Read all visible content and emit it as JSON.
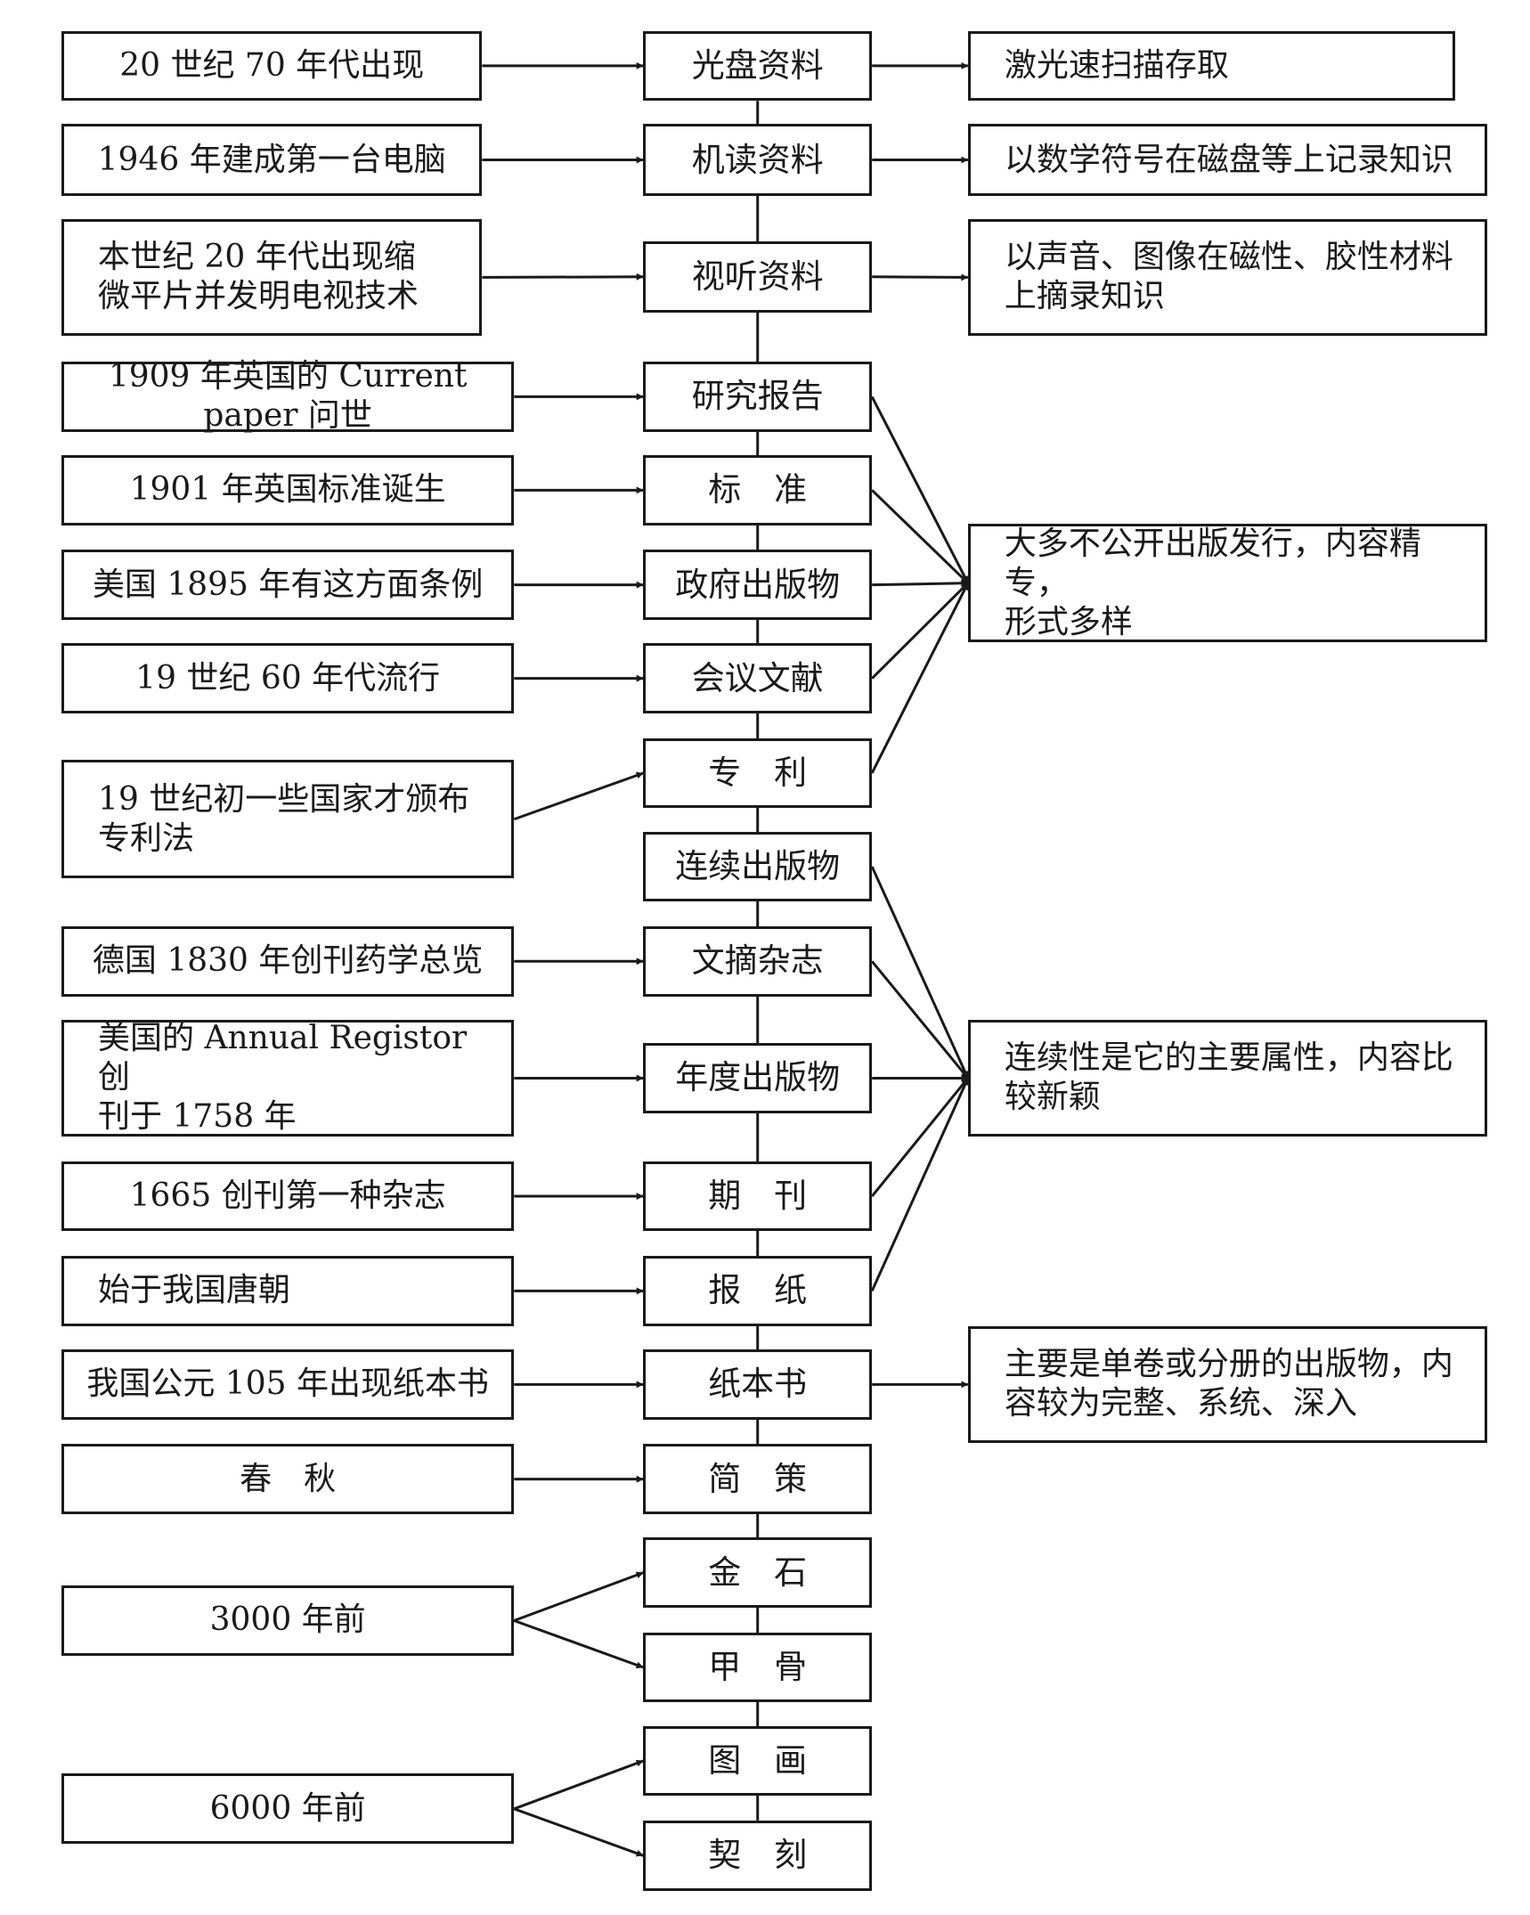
{
  "diagram": {
    "type": "document-types-origin-chart",
    "colors": {
      "line": "#1a1a1a",
      "background": "#ffffff",
      "text": "#1a1a1a"
    },
    "media_types": [
      {
        "id": "m1",
        "label": "光盘资料"
      },
      {
        "id": "m2",
        "label": "机读资料"
      },
      {
        "id": "m3",
        "label": "视听资料"
      },
      {
        "id": "m4",
        "label": "研究报告"
      },
      {
        "id": "m5",
        "label": "标　准"
      },
      {
        "id": "m6",
        "label": "政府出版物"
      },
      {
        "id": "m7",
        "label": "会议文献"
      },
      {
        "id": "m8",
        "label": "专　利"
      },
      {
        "id": "m9",
        "label": "连续出版物"
      },
      {
        "id": "m10",
        "label": "文摘杂志"
      },
      {
        "id": "m11",
        "label": "年度出版物"
      },
      {
        "id": "m12",
        "label": "期　刊"
      },
      {
        "id": "m13",
        "label": "报　纸"
      },
      {
        "id": "m14",
        "label": "纸本书"
      },
      {
        "id": "m15",
        "label": "简　策"
      },
      {
        "id": "m16",
        "label": "金　石"
      },
      {
        "id": "m17",
        "label": "甲　骨"
      },
      {
        "id": "m18",
        "label": "图　画"
      },
      {
        "id": "m19",
        "label": "契　刻"
      }
    ],
    "origins": [
      {
        "id": "o1",
        "text": "20 世纪 70 年代出现"
      },
      {
        "id": "o2",
        "text": "1946 年建成第一台电脑"
      },
      {
        "id": "o3",
        "text": "本世纪 20 年代出现缩\n微平片并发明电视技术"
      },
      {
        "id": "o4",
        "text": "1909 年英国的 Current paper 问世"
      },
      {
        "id": "o5",
        "text": "1901 年英国标准诞生"
      },
      {
        "id": "o6",
        "text": "美国 1895 年有这方面条例"
      },
      {
        "id": "o7",
        "text": "19 世纪 60 年代流行"
      },
      {
        "id": "o8",
        "text": "19 世纪初一些国家才颁布\n专利法"
      },
      {
        "id": "o9",
        "text": "德国 1830 年创刊药学总览"
      },
      {
        "id": "o10",
        "text": "美国的 Annual Registor 创\n刊于 1758 年"
      },
      {
        "id": "o11",
        "text": "1665 创刊第一种杂志"
      },
      {
        "id": "o12",
        "text": "始于我国唐朝"
      },
      {
        "id": "o13",
        "text": "我国公元 105 年出现纸本书"
      },
      {
        "id": "o14",
        "text": "春　秋"
      },
      {
        "id": "o15",
        "text": "3000 年前"
      },
      {
        "id": "o16",
        "text": "6000 年前"
      }
    ],
    "characteristics": [
      {
        "id": "c1",
        "text": "激光速扫描存取"
      },
      {
        "id": "c2",
        "text": "以数学符号在磁盘等上记录知识"
      },
      {
        "id": "c3",
        "text": "以声音、图像在磁性、胶性材料\n上摘录知识"
      },
      {
        "id": "c4",
        "text": "大多不公开出版发行，内容精专，\n形式多样"
      },
      {
        "id": "c5",
        "text": "连续性是它的主要属性，内容比\n较新颖"
      },
      {
        "id": "c6",
        "text": "主要是单卷或分册的出版物，内\n容较为完整、系统、深入"
      }
    ],
    "links": {
      "origin_to_media": [
        [
          "o1",
          "m1"
        ],
        [
          "o2",
          "m2"
        ],
        [
          "o3",
          "m3"
        ],
        [
          "o4",
          "m4"
        ],
        [
          "o5",
          "m5"
        ],
        [
          "o6",
          "m6"
        ],
        [
          "o7",
          "m7"
        ],
        [
          "o8",
          "m8"
        ],
        [
          "o9",
          "m10"
        ],
        [
          "o10",
          "m11"
        ],
        [
          "o11",
          "m12"
        ],
        [
          "o12",
          "m13"
        ],
        [
          "o13",
          "m14"
        ],
        [
          "o14",
          "m15"
        ],
        [
          "o15",
          "m16"
        ],
        [
          "o15",
          "m17"
        ],
        [
          "o16",
          "m18"
        ],
        [
          "o16",
          "m19"
        ]
      ],
      "media_to_characteristic": [
        [
          "m1",
          "c1"
        ],
        [
          "m2",
          "c2"
        ],
        [
          "m3",
          "c3"
        ],
        [
          "m4",
          "c4"
        ],
        [
          "m5",
          "c4"
        ],
        [
          "m6",
          "c4"
        ],
        [
          "m7",
          "c4"
        ],
        [
          "m8",
          "c4"
        ],
        [
          "m9",
          "c5"
        ],
        [
          "m10",
          "c5"
        ],
        [
          "m11",
          "c5"
        ],
        [
          "m12",
          "c5"
        ],
        [
          "m13",
          "c5"
        ],
        [
          "m14",
          "c6"
        ]
      ],
      "spine": "m1-m19"
    }
  }
}
